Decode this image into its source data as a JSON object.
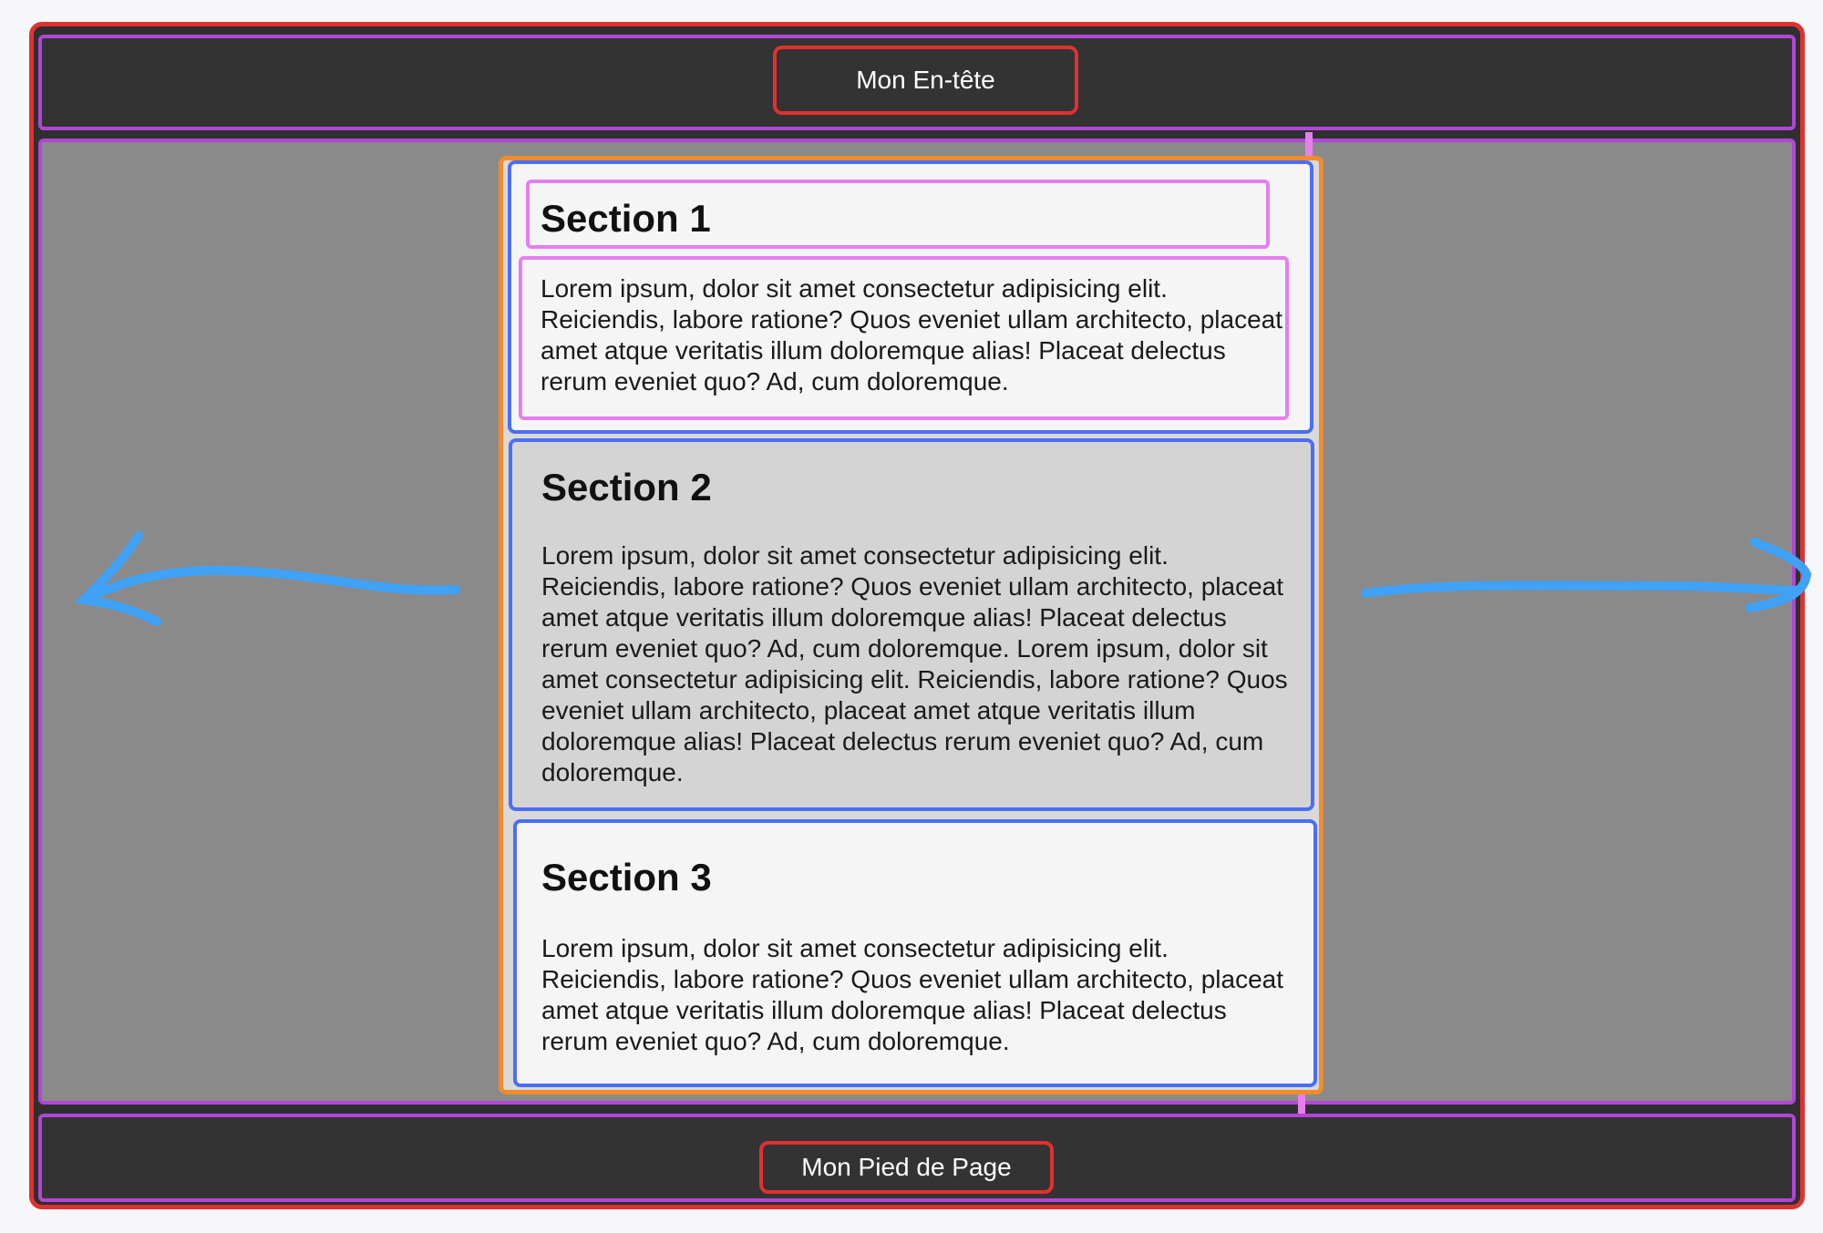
{
  "header": {
    "title": "Mon En-tête"
  },
  "footer": {
    "title": "Mon Pied de Page"
  },
  "sections": [
    {
      "title": "Section 1",
      "text": "Lorem ipsum, dolor sit amet consectetur adipisicing elit. Reiciendis, labore ratione? Quos eveniet ullam architecto, placeat amet atque veritatis illum doloremque alias! Placeat delectus rerum eveniet quo? Ad, cum doloremque."
    },
    {
      "title": "Section 2",
      "text": "Lorem ipsum, dolor sit amet consectetur adipisicing elit. Reiciendis, labore ratione? Quos eveniet ullam architecto, placeat amet atque veritatis illum doloremque alias! Placeat delectus rerum eveniet quo? Ad, cum doloremque. Lorem ipsum, dolor sit amet consectetur adipisicing elit. Reiciendis, labore ratione? Quos eveniet ullam architecto, placeat amet atque veritatis illum doloremque alias! Placeat delectus rerum eveniet quo? Ad, cum doloremque."
    },
    {
      "title": "Section 3",
      "text": "Lorem ipsum, dolor sit amet consectetur adipisicing elit. Reiciendis, labore ratione? Quos eveniet ullam architecto, placeat amet atque veritatis illum doloremque alias! Placeat delectus rerum eveniet quo? Ad, cum doloremque."
    }
  ],
  "annotations": {
    "left_arrow_icon": "arrow-left-icon",
    "right_arrow_icon": "arrow-right-icon"
  },
  "colors": {
    "outer_border": "#e03131",
    "region_border": "#b146d6",
    "content_border": "#f08c2e",
    "section_border": "#4c6ef5",
    "element_border": "#e67ef0",
    "arrow": "#3fa2f6",
    "header_bg": "#333333",
    "main_bg": "#8a8a8a"
  }
}
